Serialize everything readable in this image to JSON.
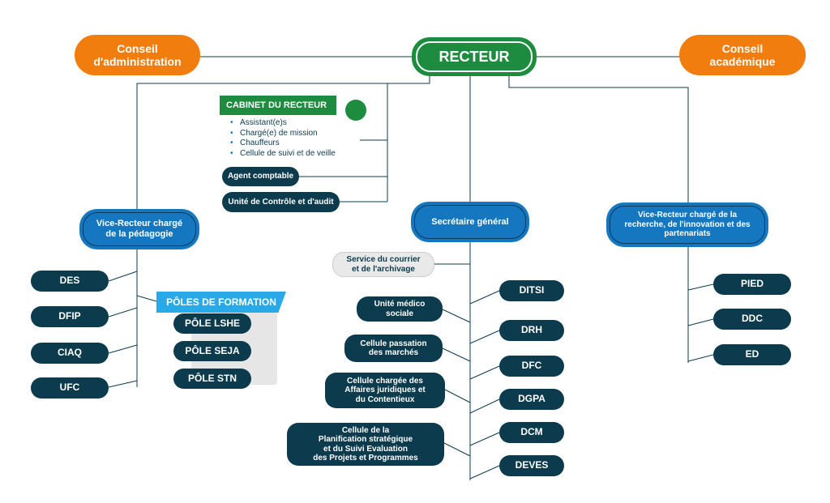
{
  "top": {
    "recteur": "RECTEUR",
    "conseil_admin": [
      "Conseil",
      "d'administration"
    ],
    "conseil_acad": [
      "Conseil",
      "académique"
    ]
  },
  "cabinet": {
    "title": "CABINET DU RECTEUR",
    "items": [
      "Assistant(e)s",
      "Chargé(e) de mission",
      "Chauffeurs",
      "Cellule de suivi et de veille"
    ],
    "agent": "Agent comptable",
    "controle": "Unité de Contrôle et d'audit"
  },
  "vr_pedagogie": {
    "label": [
      "Vice-Recteur chargé",
      "de la pédagogie"
    ],
    "units": [
      "DES",
      "DFIP",
      "CIAQ",
      "UFC"
    ]
  },
  "poles": {
    "title": "PÔLES DE FORMATION",
    "items": [
      "PÔLE LSHE",
      "PÔLE SEJA",
      "PÔLE STN"
    ]
  },
  "secretaire": {
    "label": "Secrétaire général",
    "courrier": [
      "Service du courrier",
      "et de l'archivage"
    ],
    "left_units": [
      [
        "Unité médico",
        "sociale"
      ],
      [
        "Cellule passation",
        "des marchés"
      ],
      [
        "Cellule chargée des",
        "Affaires juridiques et",
        "du Contentieux"
      ],
      [
        "Cellule de la",
        "Planification stratégique",
        "et du Suivi Evaluation",
        "des Projets et Programmes"
      ]
    ],
    "right_units": [
      "DITSI",
      "DRH",
      "DFC",
      "DGPA",
      "DCM",
      "DEVES"
    ]
  },
  "vr_recherche": {
    "label": [
      "Vice-Recteur chargé de la",
      "recherche, de l'innovation et des",
      "partenariats"
    ],
    "units": [
      "PIED",
      "DDC",
      "ED"
    ]
  },
  "colors": {
    "orange": "#f07d0e",
    "green": "#1d8c3e",
    "blue": "#1477c0",
    "dark": "#0c3b4e",
    "light_blue": "#29a9e8"
  }
}
